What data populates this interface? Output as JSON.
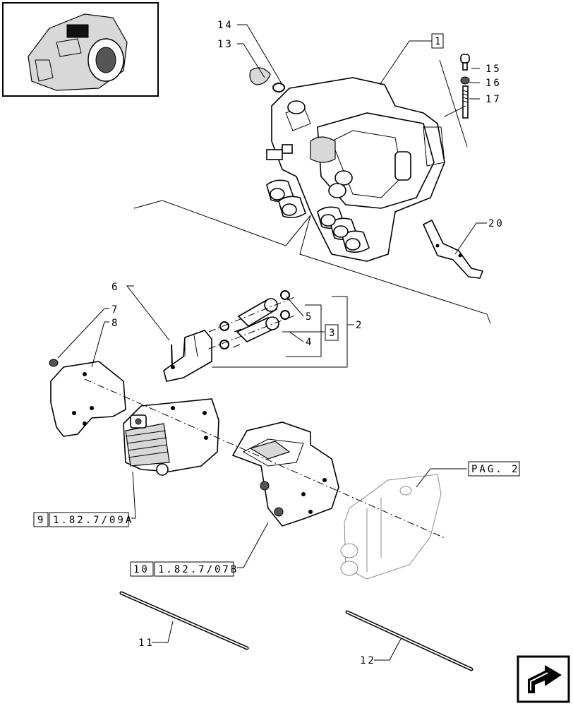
{
  "callouts": {
    "c1": "1",
    "c2": "2",
    "c3": "3",
    "c4": "4",
    "c5": "5",
    "c6": "6",
    "c7": "7",
    "c8": "8",
    "c9": "9",
    "c10": "10",
    "c11": "11",
    "c12": "12",
    "c13": "13",
    "c14": "14",
    "c15": "15",
    "c16": "16",
    "c17": "17",
    "c20": "20"
  },
  "references": {
    "ref9": "1.82.7/09A",
    "ref10": "1.82.7/07B",
    "page_ref": "PAG. 2"
  },
  "nav": {
    "next_icon": "next-page-arrow-icon"
  }
}
